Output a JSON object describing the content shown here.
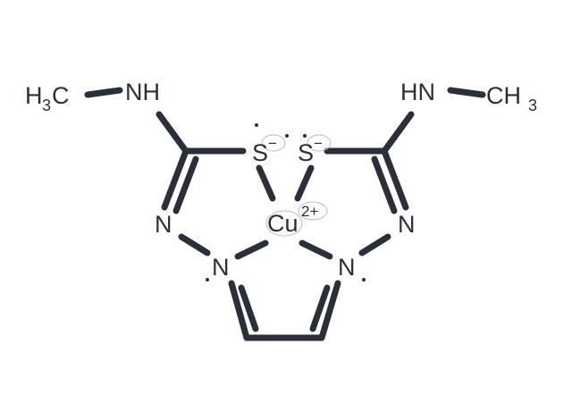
{
  "molecule": {
    "left_methyl": {
      "h": "H",
      "sub": "3",
      "c": "C"
    },
    "left_amine": "NH",
    "right_amine": "HN",
    "right_methyl": {
      "ch": "CH",
      "sub": "3"
    },
    "left_sulfur": "S",
    "right_sulfur": "S",
    "sulfur_charge": "−",
    "metal": "Cu",
    "metal_charge": "2+",
    "left_ring_n_outer": "N",
    "right_ring_n_outer": "N",
    "left_ring_n_inner": "N",
    "right_ring_n_inner": "N"
  },
  "colors": {
    "ink": "#2b2f3a",
    "charge_accent": "#4a9fd8"
  }
}
